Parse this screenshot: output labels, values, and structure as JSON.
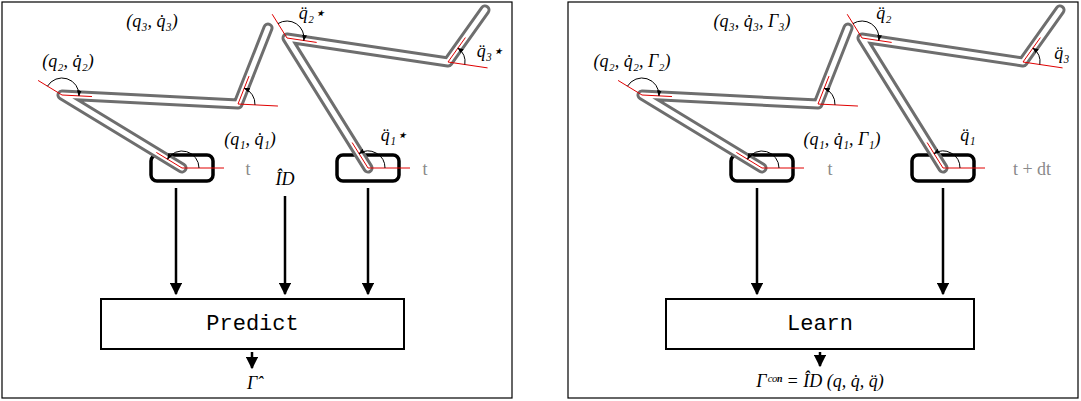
{
  "diagram": {
    "nodes": [
      {
        "text": [
          "Predict"
        ]
      },
      {
        "text": [
          "Learn"
        ]
      }
    ],
    "labels": [
      "(q₂, q̇₂)",
      "(q₃, q̇₃)",
      "(q₁, q̇₁)",
      "t",
      "q̈₂⋆",
      "q̈₃⋆",
      "q̈₁⋆",
      "t",
      "ÎD",
      "Γ̂",
      "(q₂, q̇₂, Γ₂)",
      "(q₃, q̇₃, Γ₃)",
      "(q₁, q̇₁, Γ₁)",
      "t",
      "q̈₂",
      "q̈₃",
      "q̈₁",
      "t + dt",
      "Γᶜᵒⁿ = ÎD (q, q̇, q̈)"
    ]
  }
}
